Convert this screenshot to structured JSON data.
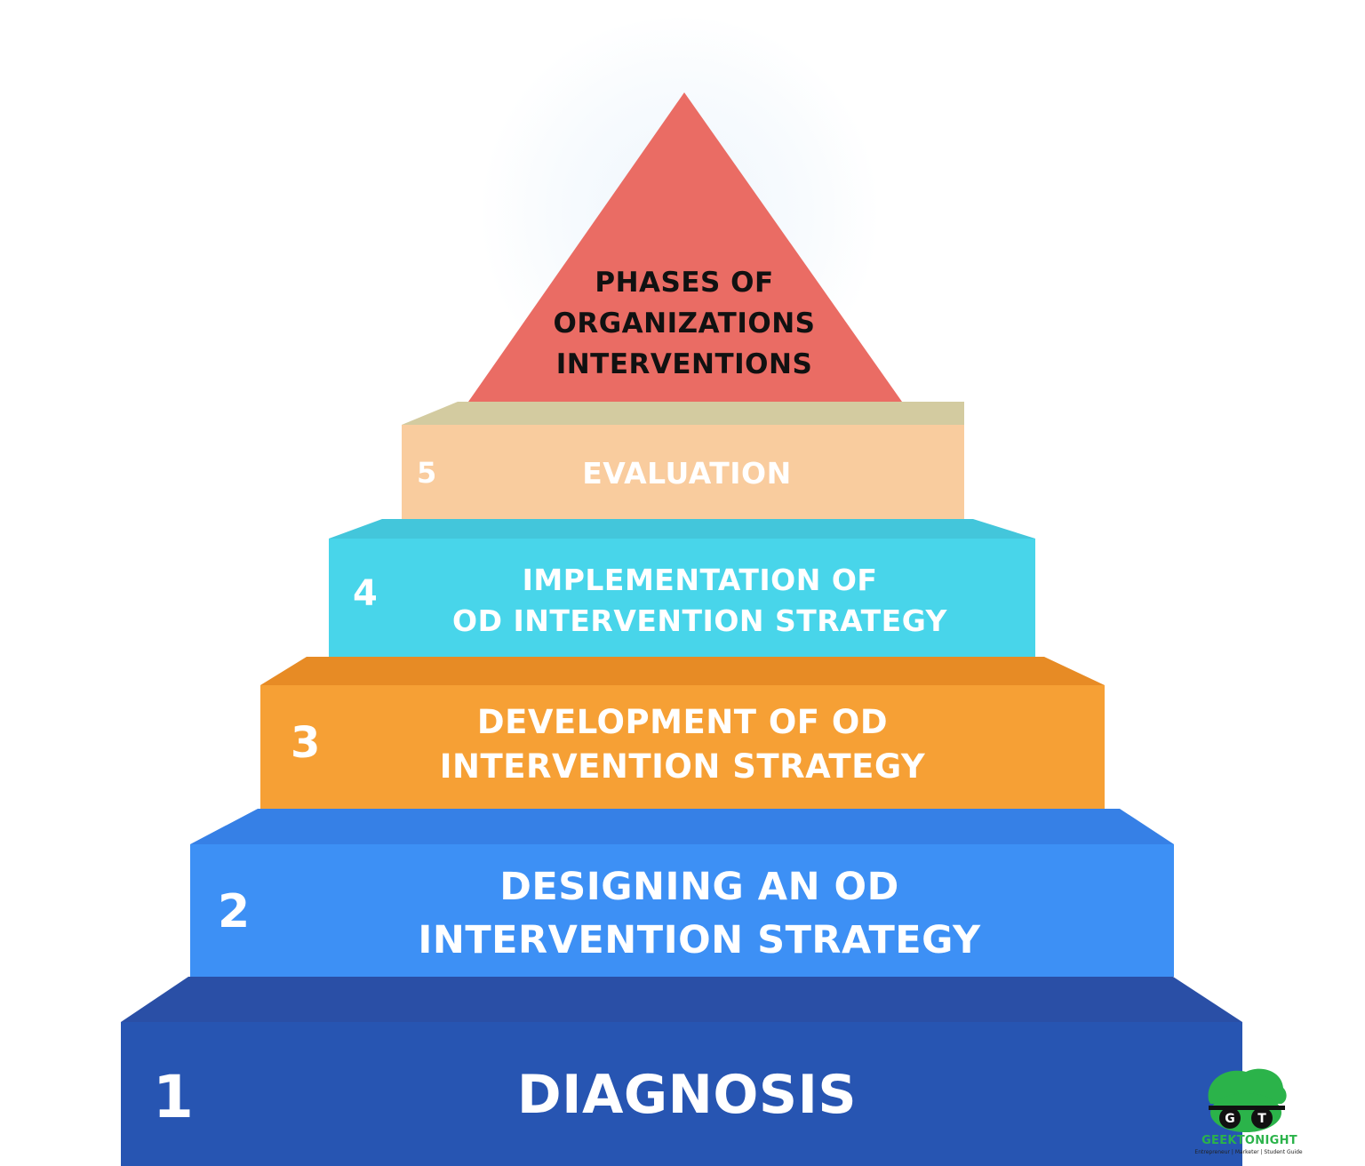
{
  "title": [
    "PHASES OF",
    "ORGANIZATIONS",
    "INTERVENTIONS"
  ],
  "steps": [
    {
      "number": "5",
      "lines": [
        "EVALUATION"
      ],
      "color": "#f9cc9e",
      "top_color": "#d3cba0"
    },
    {
      "number": "4",
      "lines": [
        "IMPLEMENTATION OF",
        "OD INTERVENTION STRATEGY"
      ],
      "color": "#48d5ea",
      "top_color": "#43c6db"
    },
    {
      "number": "3",
      "lines": [
        "DEVELOPMENT OF OD",
        "INTERVENTION STRATEGY"
      ],
      "color": "#f6a035",
      "top_color": "#e78b25"
    },
    {
      "number": "2",
      "lines": [
        "DESIGNING AN OD",
        "INTERVENTION STRATEGY"
      ],
      "color": "#3d90f5",
      "top_color": "#3680e6"
    },
    {
      "number": "1",
      "lines": [
        "DIAGNOSIS"
      ],
      "color": "#2755b2",
      "top_color": "#2a4fa6"
    }
  ],
  "apex_color": "#ea6c64",
  "logo": {
    "letters": [
      "G",
      "T"
    ],
    "wordmark": "GEEKTONIGHT",
    "tagline": "Entrepreneur | Marketer | Student Guide",
    "color": "#2bb34a"
  }
}
